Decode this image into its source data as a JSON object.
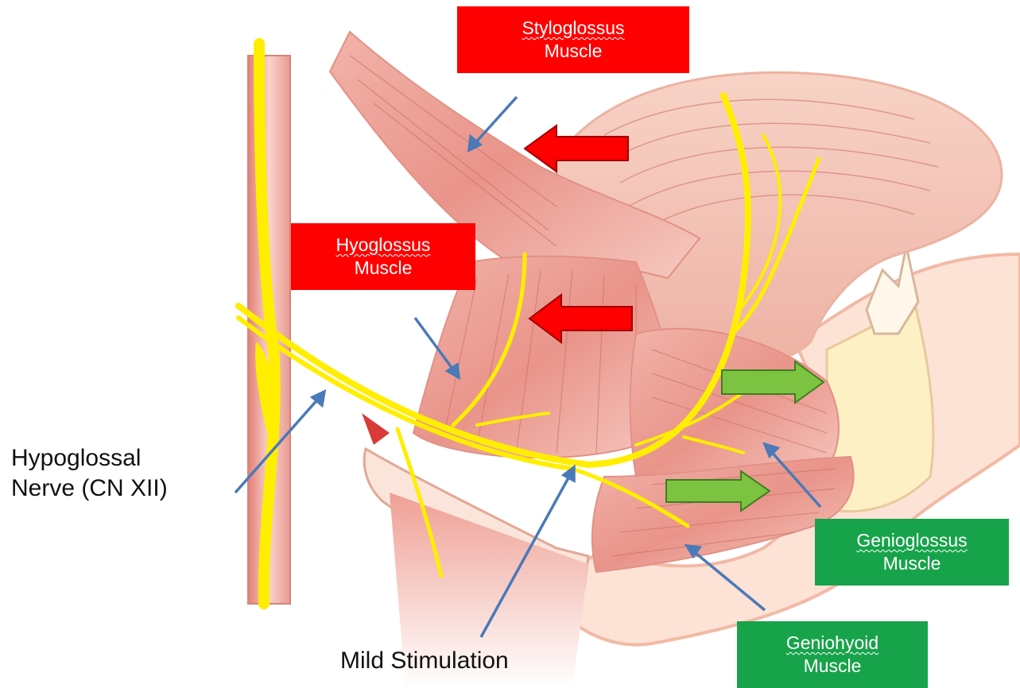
{
  "labels": {
    "styloglossus": {
      "line1": "Styloglossus",
      "line2": "Muscle"
    },
    "hyoglossus": {
      "line1": "Hyoglossus",
      "line2": "Muscle"
    },
    "genioglossus": {
      "line1": "Genioglossus",
      "line2": "Muscle"
    },
    "geniohyoid": {
      "line1": "Geniohyoid",
      "line2": "Muscle"
    }
  },
  "captions": {
    "nerve_line1": "Hypoglossal",
    "nerve_line2": "Nerve (CN XII)",
    "stimulation": "Mild Stimulation"
  },
  "colors": {
    "retraction": "#ff0000",
    "protrusion": "#17a34a",
    "nerve": "#ffee00",
    "muscle": "#eea79f",
    "pointer": "#4a7ab8"
  }
}
